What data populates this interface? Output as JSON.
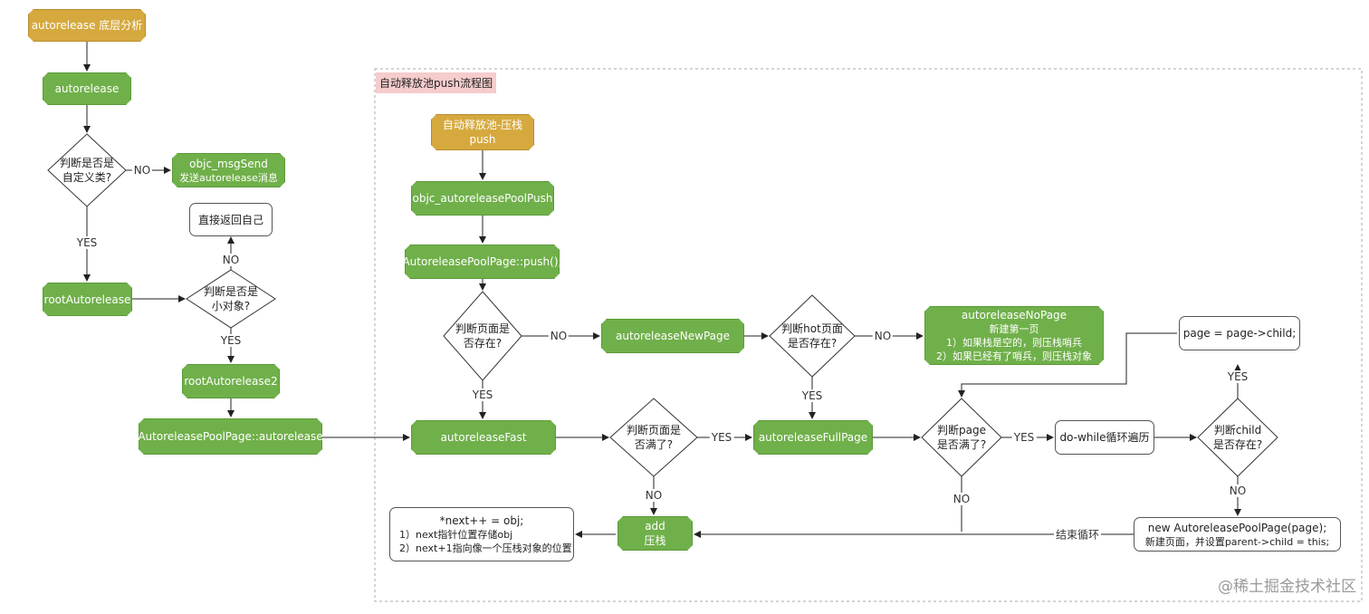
{
  "region_title": "自动释放池push流程图",
  "left": {
    "top": "autorelease 底层分析",
    "autorelease": "autorelease",
    "q_custom": [
      "判断是否是",
      "自定义类?"
    ],
    "msgsend_title": "objc_msgSend",
    "msgsend_sub": "发送autorelease消息",
    "return_self": "直接返回自己",
    "root_autorelease": "rootAutorelease",
    "q_small": [
      "判断是否是",
      "小对象?"
    ],
    "root_autorelease2": "rootAutorelease2",
    "page_autorelease": "AutoreleasePoolPage::autorelease"
  },
  "right": {
    "push_start": [
      "自动释放池-压栈",
      "push"
    ],
    "pool_push": "objc_autoreleasePoolPush",
    "page_push": "AutoreleasePoolPage::push();",
    "q_page_exist": [
      "判断页面是",
      "否存在?"
    ],
    "new_page": "autoreleaseNewPage",
    "q_hot_exist": [
      "判断hot页面",
      "是否存在?"
    ],
    "no_page_title": "autoreleaseNoPage",
    "no_page_sub": "新建第一页",
    "no_page_l1": "1）如果栈是空的，则压栈哨兵",
    "no_page_l2": "2）如果已经有了哨兵，则压栈对象",
    "fast": "autoreleaseFast",
    "q_full": [
      "判断页面是",
      "否满了?"
    ],
    "full_page": "autoreleaseFullPage",
    "q_page_full": [
      "判断page",
      "是否满了?"
    ],
    "do_while": "do-while循环遍历",
    "q_child": [
      "判断child",
      "是否存在?"
    ],
    "page_child": "page = page->child;",
    "new_pool_page": "new AutoreleasePoolPage(page);",
    "new_pool_page_sub": "新建页面，并设置parent->child = this;",
    "end_loop": "结束循环",
    "add": [
      "add",
      "压栈"
    ],
    "next_title": "*next++ = obj;",
    "next_l1": "1）next指针位置存储obj",
    "next_l2": "2）next+1指向像一个压栈对象的位置"
  },
  "labels": {
    "yes": "YES",
    "no": "NO"
  },
  "watermark": "@稀土掘金技术社区",
  "colors": {
    "green": "#70b04a",
    "gold": "#d6a93f",
    "region": "#f6cccc"
  }
}
